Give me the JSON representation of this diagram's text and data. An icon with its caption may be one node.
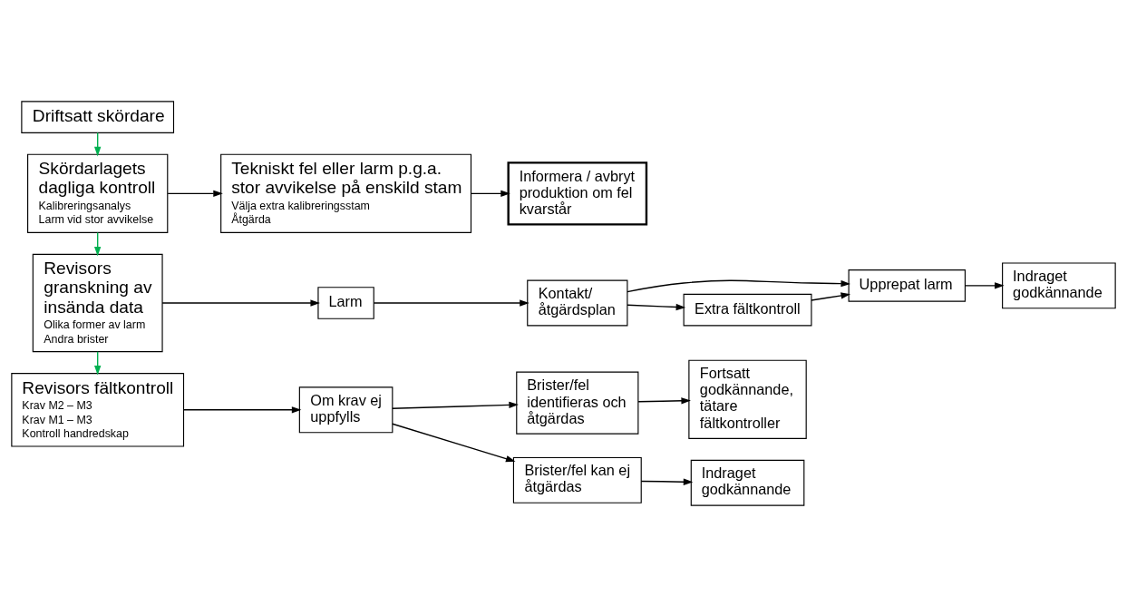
{
  "diagram": {
    "nodes": [
      {
        "text": [
          "Driftsatt skördare"
        ]
      },
      {
        "text": [
          "Skördarlagets dagliga kontroll",
          "Kalibreringsanalys",
          "Larm vid stor avvikelse"
        ]
      },
      {
        "text": [
          "Tekniskt fel eller larm p.g.a. stor avvikelse på enskild stam",
          "Välja extra kalibreringsstam",
          "Åtgärda"
        ]
      },
      {
        "text": [
          "Informera / avbryt produktion om fel kvarstår"
        ]
      },
      {
        "text": [
          "Revisors granskning av insända data",
          "Olika former av larm",
          "Andra brister"
        ]
      },
      {
        "text": [
          "Larm"
        ]
      },
      {
        "text": [
          "Kontakt/ åtgärdsplan"
        ]
      },
      {
        "text": [
          "Upprepat larm"
        ]
      },
      {
        "text": [
          "Indraget godkännande"
        ]
      },
      {
        "text": [
          "Extra fältkontroll"
        ]
      },
      {
        "text": [
          "Revisors fältkontroll",
          "Krav M2 – M3",
          "Krav M1 – M3",
          "Kontroll handredskap"
        ]
      },
      {
        "text": [
          "Om krav ej uppfylls"
        ]
      },
      {
        "text": [
          "Brister/fel identifieras och åtgärdas"
        ]
      },
      {
        "text": [
          "Fortsatt godkännande, tätare fältkontroller"
        ]
      },
      {
        "text": [
          "Brister/fel kan ej åtgärdas"
        ]
      },
      {
        "text": [
          "Indraget godkännande"
        ]
      }
    ],
    "edges": [
      {
        "from": 0,
        "to": 1,
        "arrow": "to",
        "color": "#00b050"
      },
      {
        "from": 1,
        "to": 2,
        "arrow": "to"
      },
      {
        "from": 2,
        "to": 3,
        "arrow": "to"
      },
      {
        "from": 1,
        "to": 4,
        "arrow": "to",
        "color": "#00b050"
      },
      {
        "from": 4,
        "to": 5,
        "arrow": "to"
      },
      {
        "from": 5,
        "to": 6,
        "arrow": "to"
      },
      {
        "from": 6,
        "to": 7,
        "arrow": "to"
      },
      {
        "from": 7,
        "to": 8,
        "arrow": "to"
      },
      {
        "from": 6,
        "to": 9,
        "arrow": "to"
      },
      {
        "from": 9,
        "to": 7,
        "arrow": "to"
      },
      {
        "from": 4,
        "to": 10,
        "arrow": "to",
        "color": "#00b050"
      },
      {
        "from": 10,
        "to": 11,
        "arrow": "to"
      },
      {
        "from": 11,
        "to": 12,
        "arrow": "to"
      },
      {
        "from": 12,
        "to": 13,
        "arrow": "to"
      },
      {
        "from": 11,
        "to": 14,
        "arrow": "to"
      },
      {
        "from": 14,
        "to": 15,
        "arrow": "to"
      }
    ]
  }
}
